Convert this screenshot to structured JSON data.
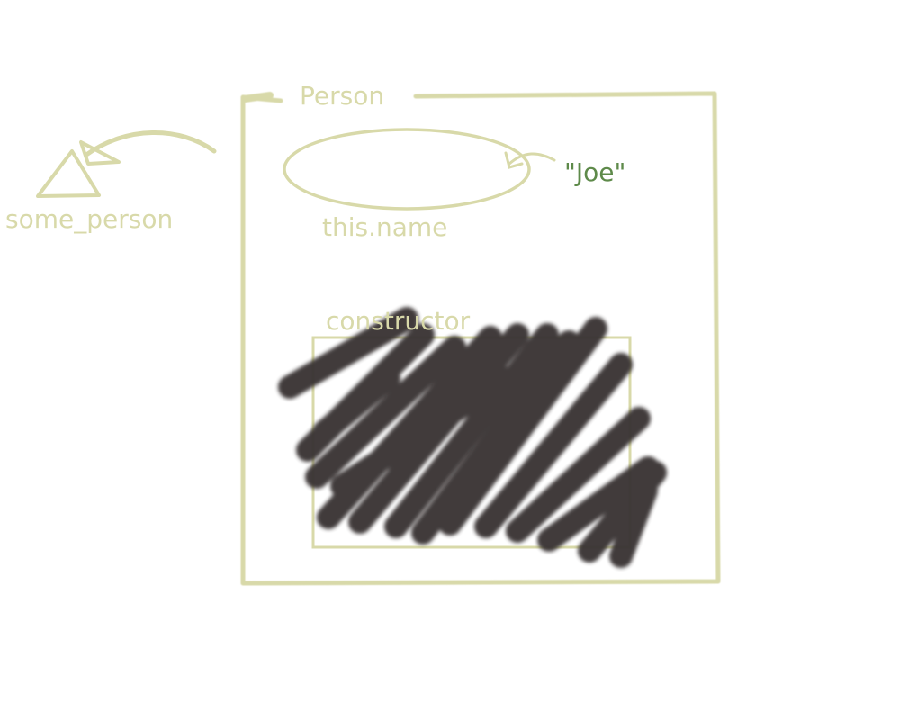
{
  "diagram": {
    "class_label": "Person",
    "variable_label": "some_person",
    "property_label": "this.name",
    "value_label": "\"Joe\"",
    "constructor_label": "constructor"
  },
  "colors": {
    "sketch": "#d8d9a9",
    "string_value": "#5e8a4a",
    "scribble": "#3a3535",
    "background": "#ffffff"
  },
  "icons": {
    "variable": "triangle-icon",
    "pointer": "arrow-icon"
  }
}
